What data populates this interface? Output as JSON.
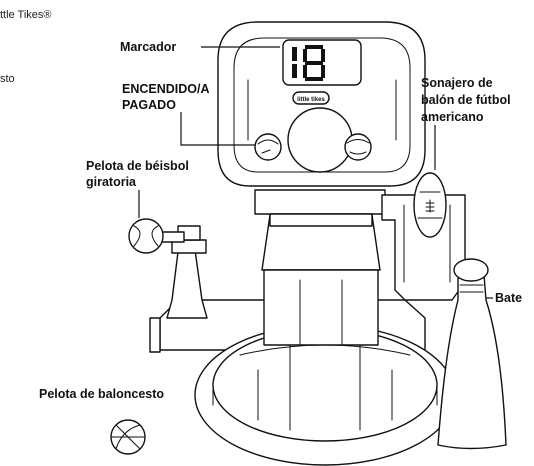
{
  "top_left_text_1": "ttle Tikes®",
  "top_left_text_2": "sto",
  "labels": {
    "scoreboard": "Marcador",
    "power_line1": "ENCENDIDO/A",
    "power_line2": "PAGADO",
    "football_line1": "Sonajero de",
    "football_line2": "balón de fútbol",
    "football_line3": "americano",
    "baseball_line1": "Pelota de béisbol",
    "baseball_line2": "giratoria",
    "bat": "Bate",
    "basketball": "Pelota de baloncesto"
  },
  "scoreboard_display": "18",
  "brand_badge": "little tikes"
}
